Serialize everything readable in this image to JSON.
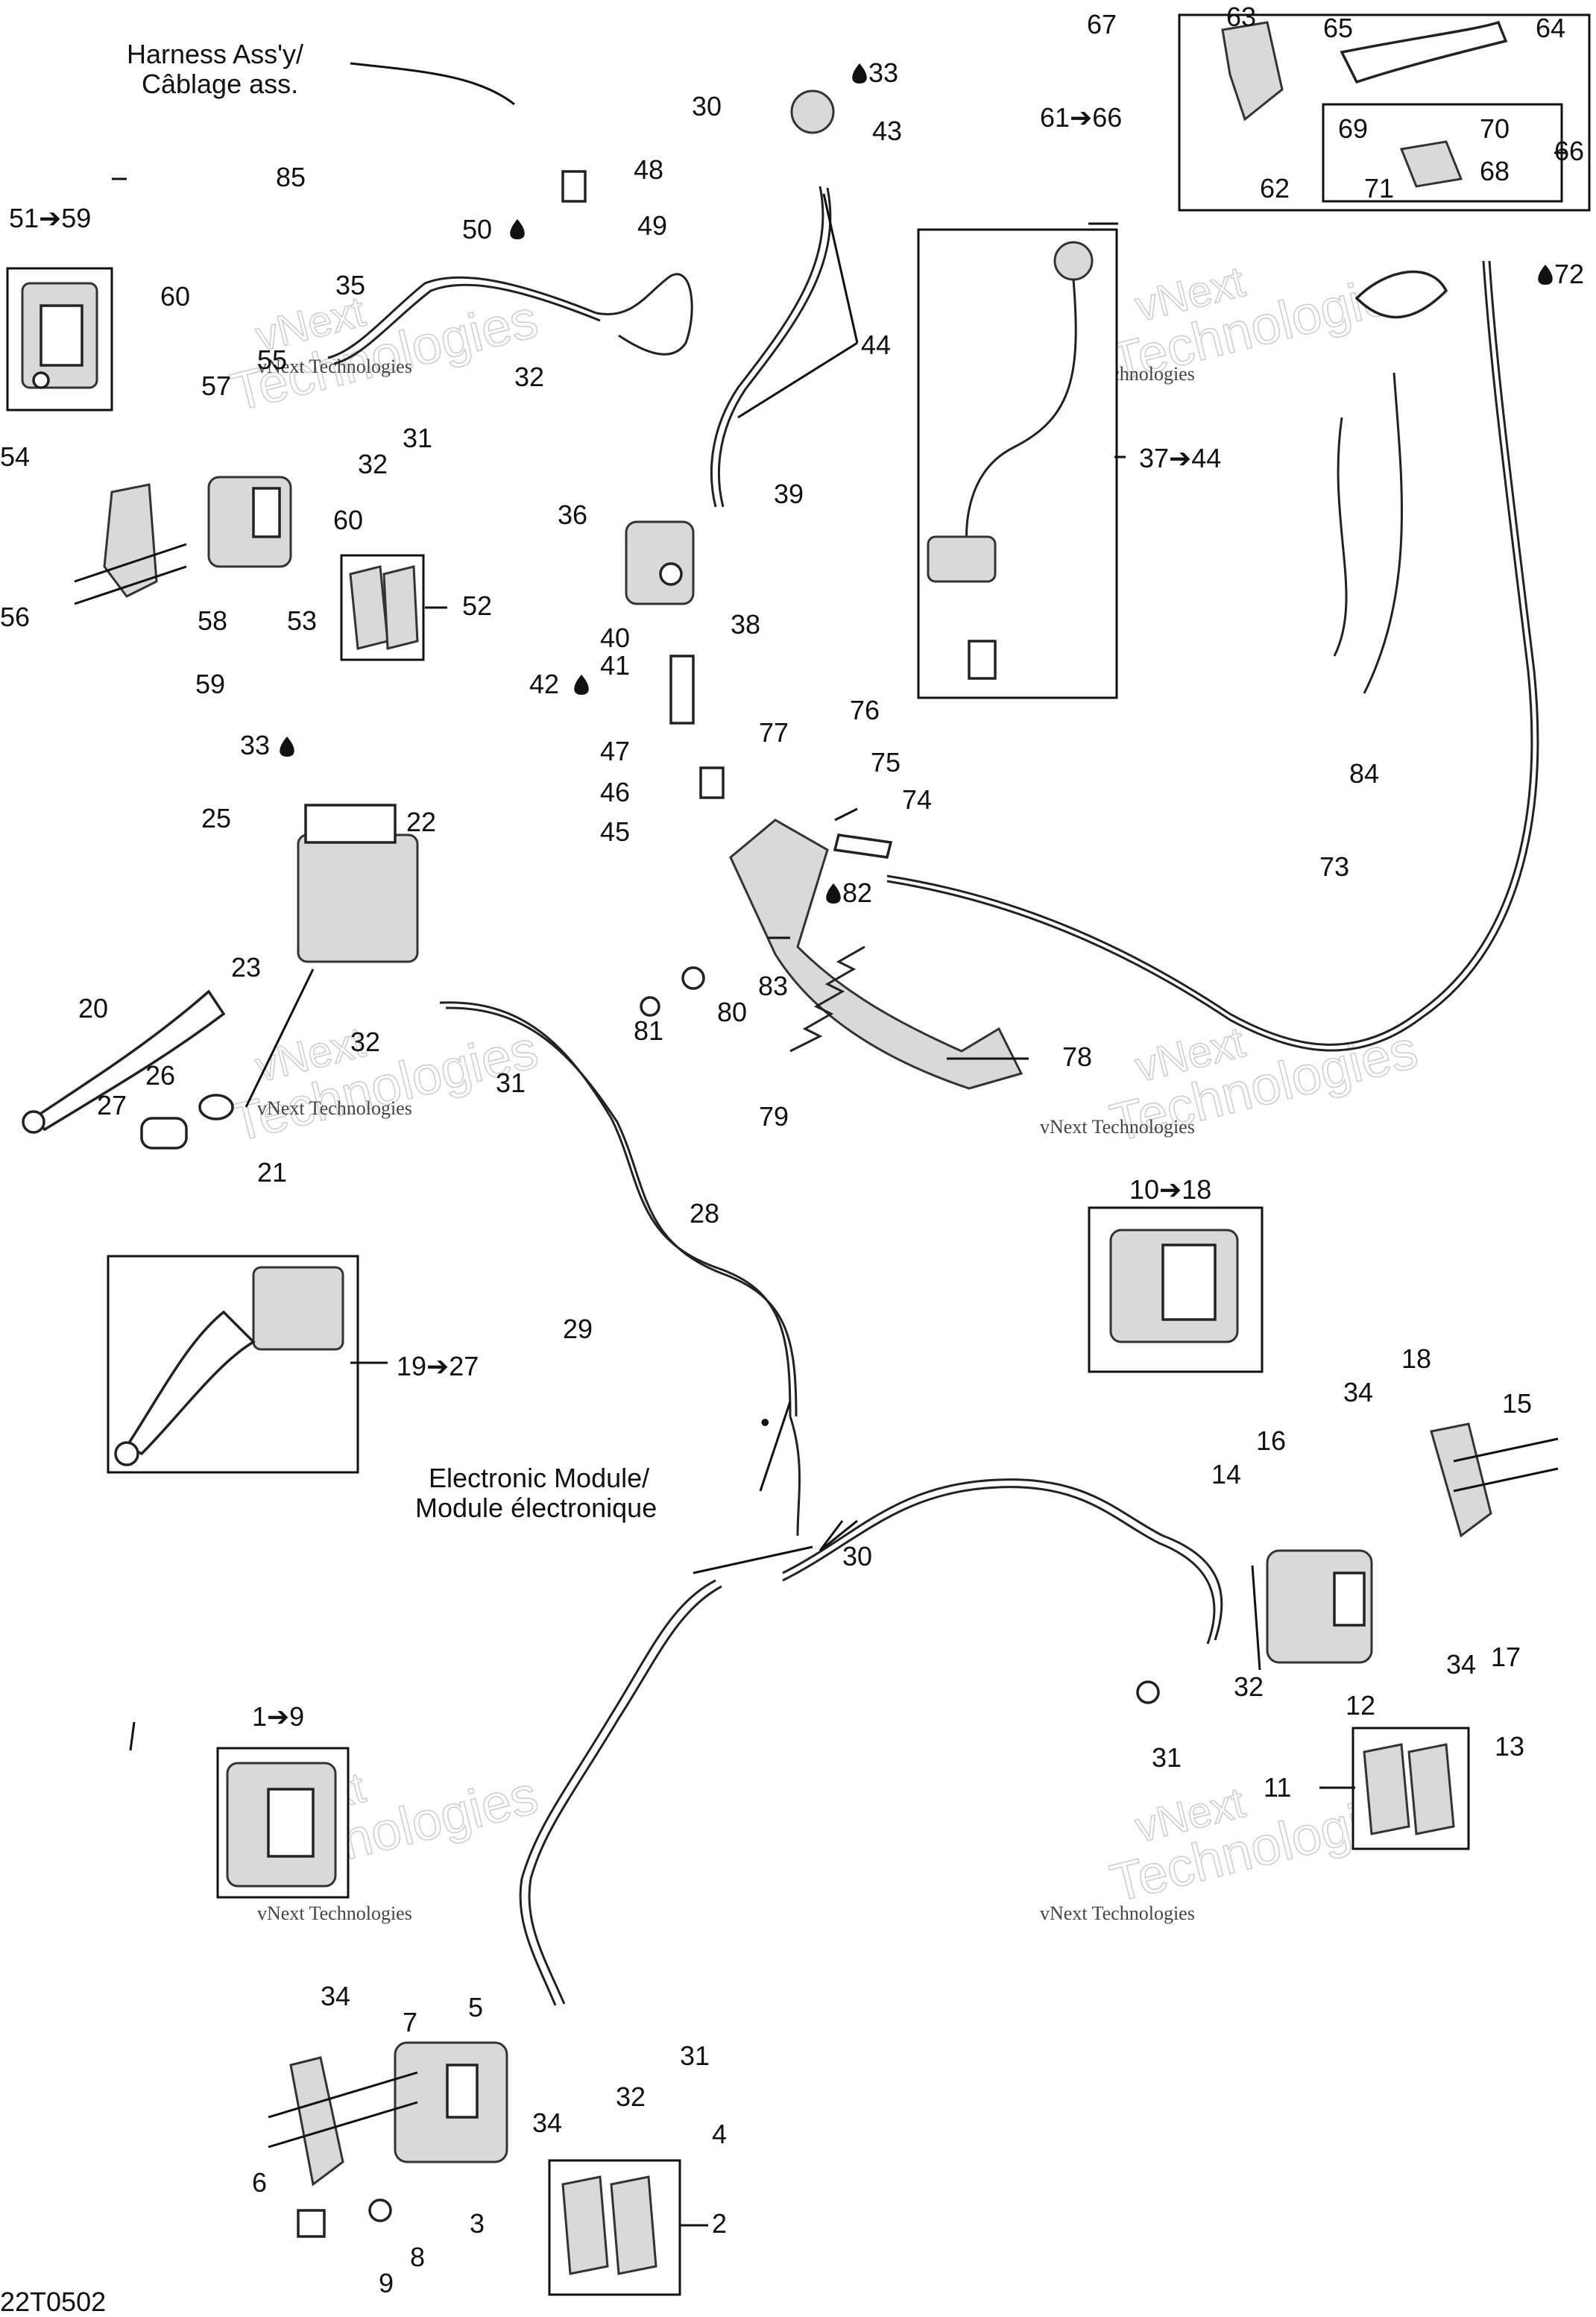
{
  "diagram": {
    "watermark_small": "vNext Technologies",
    "watermark_big": "Technologies",
    "watermark_next": "vNext",
    "footer_code": "22T0502",
    "external_labels": {
      "harness": [
        "Harness Ass'y/",
        "Câblage ass."
      ],
      "module": [
        "Electronic Module/",
        "Module électronique"
      ]
    },
    "callouts": [
      "1➔9",
      "2",
      "3",
      "4",
      "5",
      "6",
      "7",
      "8",
      "9",
      "10➔18",
      "11",
      "12",
      "13",
      "14",
      "15",
      "16",
      "17",
      "18",
      "19➔27",
      "20",
      "21",
      "22",
      "23",
      "25",
      "26",
      "27",
      "28",
      "29",
      "30",
      "31",
      "32",
      "33",
      "34",
      "35",
      "36",
      "37➔44",
      "38",
      "39",
      "40",
      "41",
      "42",
      "43",
      "44",
      "45",
      "46",
      "47",
      "48",
      "49",
      "50",
      "51➔59",
      "52",
      "53",
      "54",
      "55",
      "56",
      "57",
      "58",
      "59",
      "60",
      "61➔66",
      "62",
      "63",
      "64",
      "65",
      "66",
      "67",
      "68",
      "69",
      "70",
      "71",
      "72",
      "73",
      "74",
      "75",
      "76",
      "77",
      "78",
      "79",
      "80",
      "81",
      "82",
      "83",
      "84",
      "85"
    ],
    "lubricant_icon": "oil-drop-icon",
    "arrow_icon": "right-arrow-icon"
  }
}
